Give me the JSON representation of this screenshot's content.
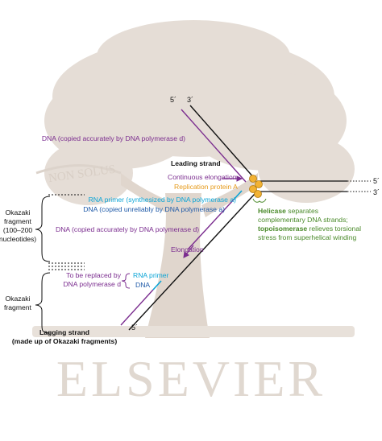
{
  "watermark": {
    "publisher": "ELSEVIER",
    "motto": "NON SOLUS",
    "color": "#d9cfc6"
  },
  "colors": {
    "black": "#111111",
    "purple": "#7b2d8f",
    "blue": "#1f5aa8",
    "cyan": "#0aa4d6",
    "orange": "#e69a1a",
    "green": "#4a8a2a",
    "helicase_fill": "#f2b233"
  },
  "labels": {
    "five_prime_top": "5´",
    "three_prime_top": "3´",
    "five_prime_right": "5´",
    "three_prime_right": "3´",
    "five_prime_bottom": "5´",
    "dna_leading": "DNA (copied accurately by DNA polymerase d)",
    "leading_strand": "Leading strand",
    "continuous_elongation": "Continuous elongation",
    "replication_protein": "Replication protein A",
    "rna_primer_synth": "RNA primer (synthesized by DNA polymerase a)",
    "dna_unreliable": "DNA (copied unreliably by DNA polymerase a)",
    "okazaki_1": [
      "Okazaki",
      "fragment",
      "(100–200",
      "nucleotides)"
    ],
    "dna_lagging": "DNA (copied accurately by DNA polymerase d)",
    "elongation": "Elongation",
    "to_be_replaced": [
      "To be replaced by",
      "DNA polymerase d"
    ],
    "rna_primer": "RNA primer",
    "dna": "DNA",
    "okazaki_2": [
      "Okazaki",
      "fragment"
    ],
    "lagging_strand": [
      "Lagging strand",
      "(made up of Okazaki fragments)"
    ],
    "helicase_text": [
      "Helicase separates",
      "complementary DNA strands;",
      "topoisomerase relieves torsional",
      "stress from superhelical winding"
    ]
  }
}
